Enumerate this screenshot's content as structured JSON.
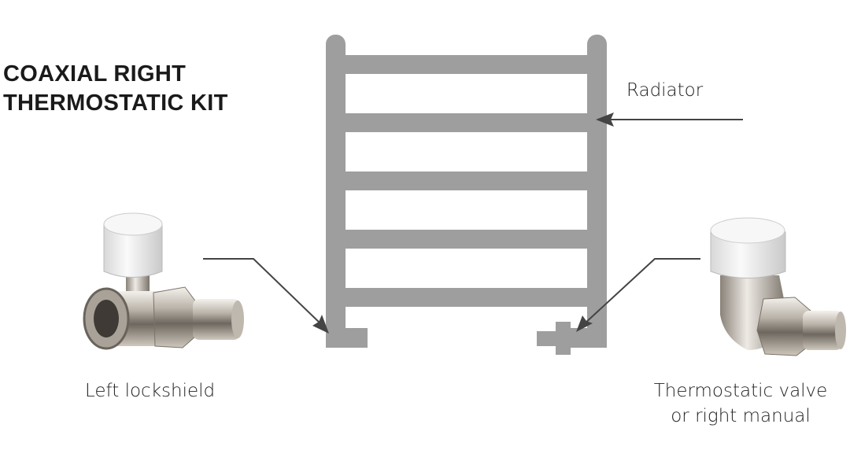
{
  "title": {
    "line1": "COAXIAL RIGHT",
    "line2": "THERMOSTATIC KIT"
  },
  "labels": {
    "radiator": "Radiator",
    "left_lockshield": "Left lockshield",
    "thermostatic_line1": "Thermostatic valve",
    "thermostatic_line2": "or right manual"
  },
  "colors": {
    "radiator": "#9e9e9e",
    "arrow": "#444444",
    "text": "#222222"
  }
}
